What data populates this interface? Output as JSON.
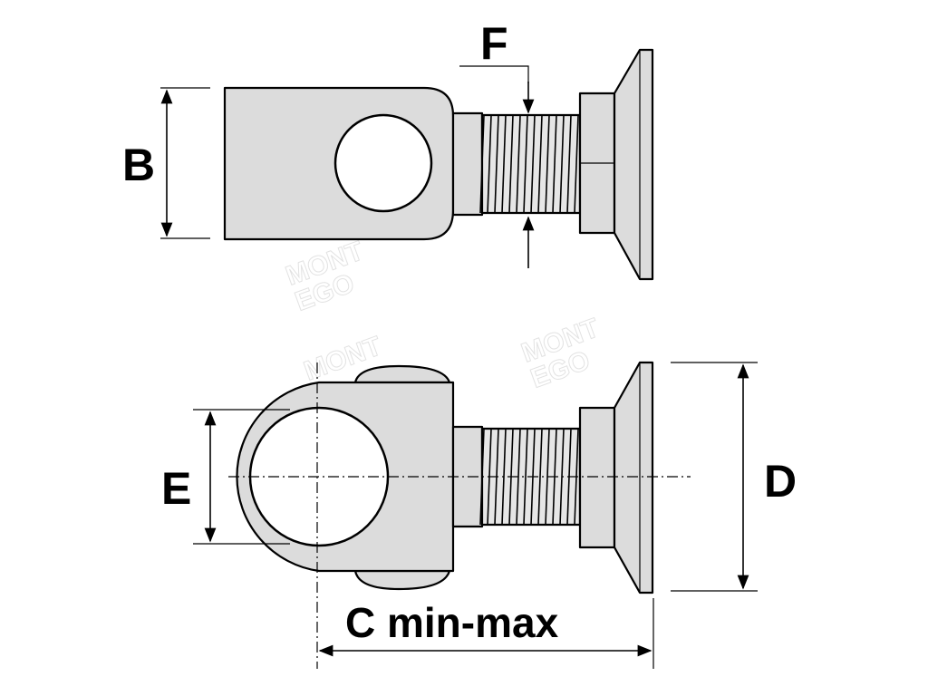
{
  "labels": {
    "b": "B",
    "c": "C min-max",
    "d": "D",
    "e": "E",
    "f": "F"
  },
  "watermark": {
    "line1": "MONT",
    "line2": "EGO"
  },
  "colors": {
    "part_fill": "#dcdcdc",
    "line": "#000000",
    "background": "#ffffff"
  }
}
